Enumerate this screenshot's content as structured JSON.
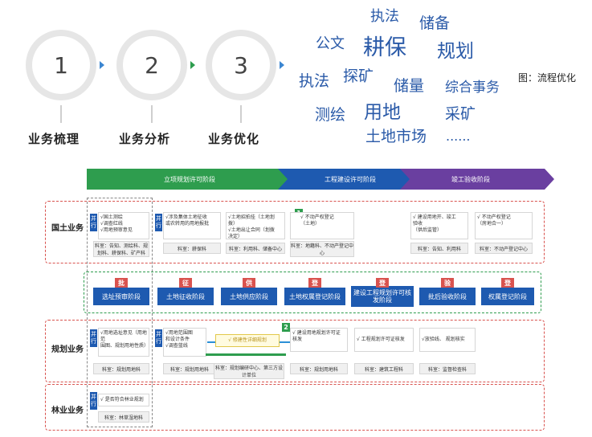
{
  "steps": [
    {
      "number": "1",
      "label": "业务梳理"
    },
    {
      "number": "2",
      "label": "业务分析"
    },
    {
      "number": "3",
      "label": "业务优化"
    }
  ],
  "word_cloud": [
    "执法",
    "储备",
    "公文",
    "耕保",
    "规划",
    "执法",
    "探矿",
    "储量",
    "综合事务",
    "测绘",
    "用地",
    "采矿",
    "土地市场",
    "......"
  ],
  "caption": "图：流程优化",
  "diagram": {
    "phases": [
      "立项规划许可阶段",
      "工程建设许可阶段",
      "竣工验收阶段"
    ],
    "lanes": [
      "国土业务",
      "规划业务",
      "林业业务"
    ],
    "parallel": "并行",
    "land_cards": [
      {
        "lines": [
          "√国土测绘",
          "√调查红线",
          "√用地预审意见"
        ],
        "note": "料室：告知、测绘科、规划科、耕保科、矿产科"
      },
      {
        "lines": [
          "√涉及集体土地征收",
          "或农转用的用地报批"
        ],
        "note": "料室：耕保科"
      },
      {
        "lines": [
          "√土地招拍挂（土地划",
          "拨）",
          "√土地出让合同（划拨",
          "决定）"
        ],
        "note": "料室：利用科、储备中心"
      },
      {
        "lines": [
          "√ 不动产权登记",
          "（土地）"
        ],
        "note": "料室：地籍科、不动产登记中心"
      },
      {
        "lines": [
          "√ 建设用地开、竣工",
          "验收",
          "（供后监管）"
        ],
        "note": "料室：告知、利用科"
      },
      {
        "lines": [
          "√ 不动产权登记",
          "（房地合一）"
        ],
        "note": "料室：不动产登记中心"
      }
    ],
    "green_numbers": [
      "1",
      "2"
    ],
    "stages": [
      "选址预审阶段",
      "土地征收阶段",
      "土地供应阶段",
      "土地权属登记阶段",
      "建设工程规划许可核发阶段",
      "批后验收阶段",
      "权属登记阶段"
    ],
    "stage_badges": [
      "批",
      "征",
      "供",
      "登",
      "登",
      "验",
      "登"
    ],
    "plan_cards": [
      {
        "lines": [
          "√用地选址意见（用地范",
          "围图、规划用地性质）"
        ],
        "note": "科室：规划用地科"
      },
      {
        "lines": [
          "√用地范围图",
          "和设计条件",
          "√调查蓝线"
        ],
        "note": "科室：规划用地科"
      },
      {
        "lines": [
          "√ 修建性详细规划"
        ],
        "note": "科室：规划编研中心、第三方设计单位"
      },
      {
        "lines": [
          "√ 建设用地规划许可证",
          "核发"
        ],
        "note": "科室：规划用地科"
      },
      {
        "lines": [
          "√ 工程规划许可证核发"
        ],
        "note": "科室：建筑工程科"
      },
      {
        "lines": [
          "√放验线、 规划核实"
        ],
        "note": "科室：监督检查科"
      }
    ],
    "forest_card": {
      "lines": [
        "√ 是否符合林业规划"
      ],
      "note": "科室：林草湿地科"
    }
  }
}
